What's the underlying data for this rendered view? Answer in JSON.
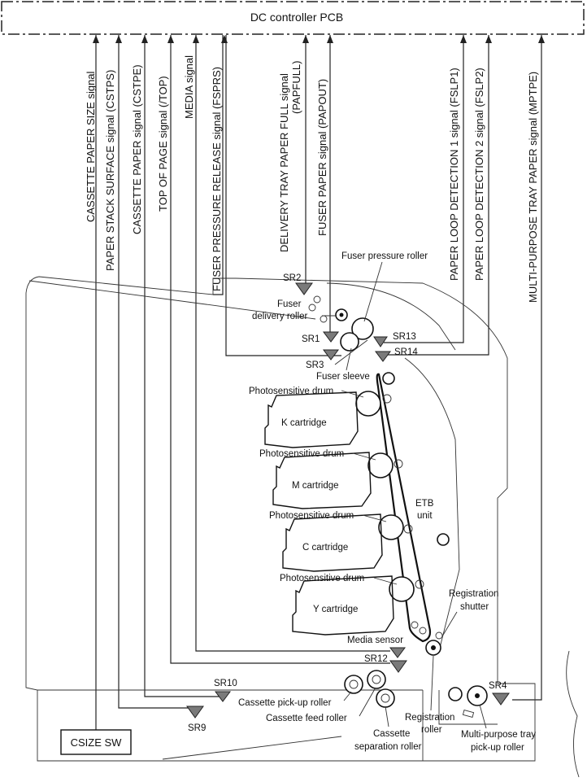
{
  "pcb": {
    "label": "DC controller PCB"
  },
  "signals": [
    "CASSETTE   PAPER SIZE signal",
    "PAPER STACK SURFACE signal (CSTPS)",
    "CASSETTE PAPER signal (CSTPE)",
    "TOP OF PAGE signal (/TOP)",
    "MEDIA signal",
    "FUSER PRESSURE RELEASE signal (FSPRS)",
    "DELIVERY TRAY PAPER FULL signal",
    "(PAPFULL)",
    "FUSER PAPER signal (PAPOUT)",
    "PAPER LOOP DETECTION 1 signal (FSLP1)",
    "PAPER LOOP DETECTION 2 signal (FSLP2)",
    "MULTI-PURPOSE TRAY PAPER signal (MPTPE)"
  ],
  "sensors": [
    "SR2",
    "SR1",
    "SR3",
    "SR13",
    "SR14",
    "SR12",
    "SR10",
    "SR9",
    "SR4"
  ],
  "labels": {
    "fuser_pressure_roller": "Fuser pressure roller",
    "fuser": "Fuser",
    "delivery_roller": "delivery roller",
    "fuser_sleeve": "Fuser sleeve",
    "photo_k": "Photosensitive drum",
    "k_cartridge": "K   cartridge",
    "photo_m": "Photosensitive drum",
    "m_cartridge": "M cartridge",
    "photo_c": "Photosensitive drum",
    "c_cartridge": "C cartridge",
    "photo_y": "Photosensitive drum",
    "y_cartridge": "Y cartridge",
    "etb": "ETB",
    "etb_unit": "unit",
    "registration": "Registration",
    "shutter": "shutter",
    "media_sensor": "Media sensor",
    "cassette_pickup": "Cassette pick-up roller",
    "cassette_feed": "Cassette feed roller",
    "cassette": "Cassette",
    "separation_roller": "separation roller",
    "registration2": "Registration",
    "roller": "roller",
    "mp_tray": "Multi-purpose tray",
    "mp_pickup": "pick-up roller",
    "csize_sw": "CSIZE SW"
  }
}
